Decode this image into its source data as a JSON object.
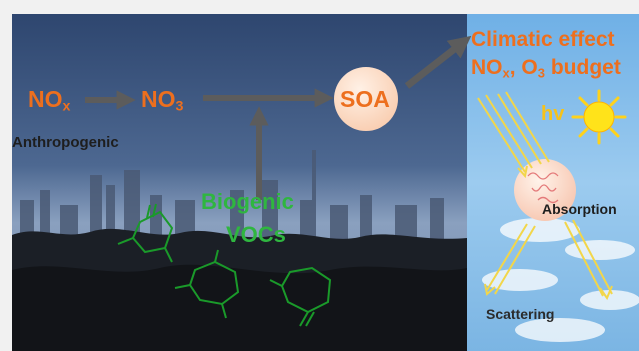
{
  "left_panel": {
    "nox_main": "NO",
    "nox_sub": "x",
    "no3_main": "NO",
    "no3_sub": "3",
    "soa_label": "SOA",
    "anthropogenic_label": "Anthropogenic",
    "biogenic_label": "Biogenic",
    "vocs_label": "VOCs"
  },
  "right_panel": {
    "climatic_effect_label": "Climatic effect",
    "budget_nox_main": "NO",
    "budget_nox_sub": "x",
    "budget_sep": ", ",
    "budget_o3_main": "O",
    "budget_o3_sub": "3",
    "budget_suffix": " budget",
    "hv_label": "hv",
    "absorption_label": "Absorption",
    "scattering_label": "Scattering"
  },
  "colors": {
    "orange_text": "#ed6f1e",
    "green_text": "#2fb640",
    "arrow_gray": "#5c5c5c",
    "soa_circle": "#fde0cc",
    "light_ray": "#f2d64a"
  }
}
